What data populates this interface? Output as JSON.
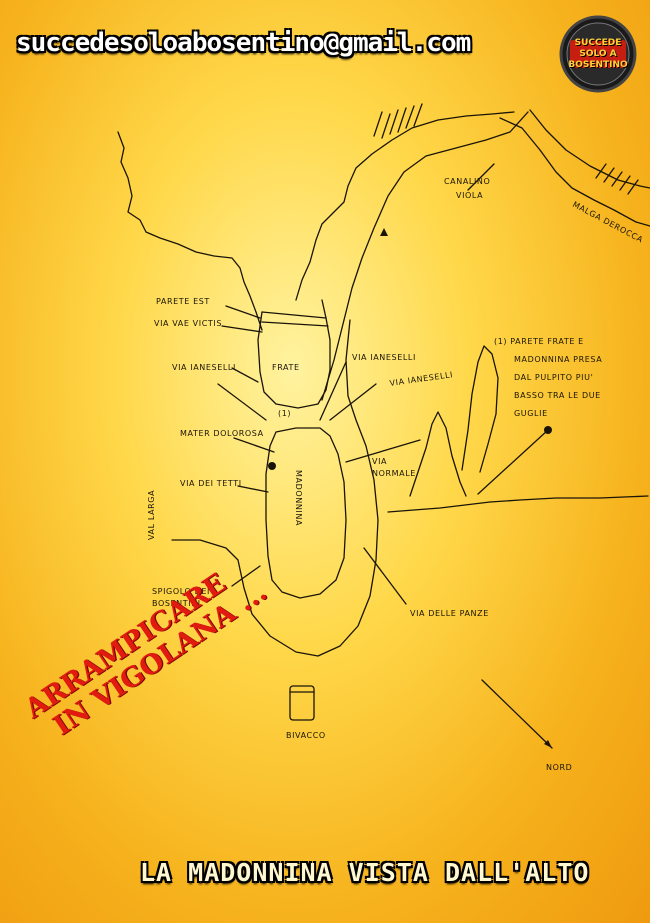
{
  "header": {
    "email": "succedesoloabosentino@gmail.com"
  },
  "logo": {
    "line1": "SUCCEDE",
    "line2": "SOLO A",
    "line3": "BOSENTINO"
  },
  "map_labels": {
    "canalino_line1": "CANALINO",
    "canalino_line2": "VIOLA",
    "malga": "MALGA DEROCCA",
    "parete_est": "PARETE EST",
    "via_vae_victis": "VIA VAE VICTIS",
    "via_ianeselli_left": "VIA IANESELLI",
    "frate": "FRATE",
    "via_ianeselli_top": "VIA IANESELLI",
    "via_ianeselli_mid": "VIA IANESELLI",
    "note_1": "(1) PARETE FRATE E",
    "note_2": "MADONNINA PRESA",
    "note_3": "DAL PULPITO PIU'",
    "note_4": "BASSO TRA LE DUE",
    "note_5": "GUGLIE",
    "marker_1": "(1)",
    "mater_dolorosa": "MATER DOLOROSA",
    "via_normale_1": "VIA",
    "via_normale_2": "NORMALE",
    "val_larga": "VAL LARGA",
    "via_dei_tetti": "VIA DEI TETTI",
    "madonnina": "MADONNINA",
    "spigolo_1": "SPIGOLO DEI",
    "spigolo_2": "BOSENTINI",
    "via_delle_panze": "VIA DELLE PANZE",
    "bivacco": "BIVACCO",
    "nord": "NORD"
  },
  "headline": {
    "line1": "ARRAMPICARE",
    "line2": "IN VIGOLANA ..."
  },
  "footer": {
    "title": "LA MADONNINA VISTA DALL'ALTO"
  },
  "colors": {
    "ink": "#1a1408",
    "headline_red": "#e21b10",
    "background_yellow": "#ffd84a"
  }
}
